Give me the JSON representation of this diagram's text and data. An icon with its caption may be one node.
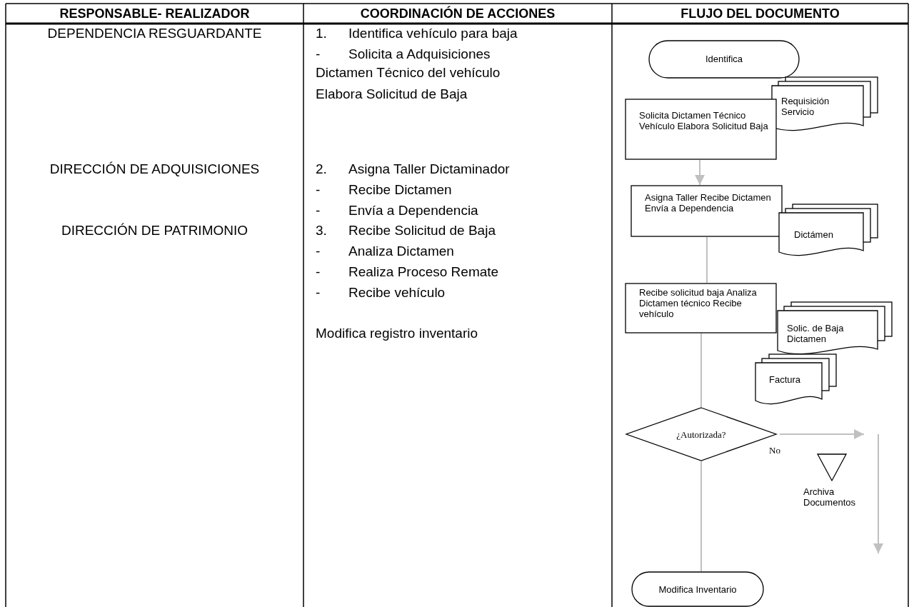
{
  "diagram": {
    "nodes": [
      {
        "text": [
          "Identifica"
        ]
      },
      {
        "text": [
          "Requisición Servicio"
        ]
      },
      {
        "text": [
          "Solicita Dictamen Técnico Vehículo Elabora Solicitud Baja"
        ]
      },
      {
        "text": [
          "Asigna Taller Recibe  Dictamen Envía a Dependencia"
        ]
      },
      {
        "text": [
          "Dictámen"
        ]
      },
      {
        "text": [
          "Recibe solicitud baja Analiza Dictamen técnico Recibe vehículo"
        ]
      },
      {
        "text": [
          "Solic. de Baja Dictamen"
        ]
      },
      {
        "text": [
          "Factura"
        ]
      },
      {
        "text": [
          "¿Autorizada?"
        ]
      },
      {
        "text": [
          "Archiva Documentos"
        ]
      },
      {
        "text": [
          "Modifica Inventario"
        ]
      }
    ],
    "edges": [
      {
        "from": 2,
        "to": 3,
        "arrow": "to"
      },
      {
        "from": 3,
        "to": 5,
        "arrow": "none"
      },
      {
        "from": 5,
        "to": 8,
        "arrow": "none"
      },
      {
        "from": 8,
        "to": null,
        "arrow": "to",
        "label": "No"
      },
      {
        "from": 8,
        "to": 10,
        "arrow": "none"
      }
    ],
    "labels": [
      "RESPONSABLE- REALIZADOR",
      "COORDINACIÓN DE ACCIONES",
      "FLUJO DEL DOCUMENTO",
      "DEPENDENCIA RESGUARDANTE",
      "1.",
      "Identifica vehículo para baja",
      "-",
      "Solicita a Adquisiciones Dictamen Técnico del vehículo",
      "Elabora Solicitud de Baja",
      "DIRECCIÓN DE ADQUISICIONES",
      "2.",
      "Asigna Taller Dictaminador",
      "-",
      "Recibe Dictamen",
      "-",
      "Envía a Dependencia",
      "DIRECCIÓN DE PATRIMONIO",
      "3.",
      "Recibe Solicitud de Baja",
      "-",
      "Analiza Dictamen",
      "-",
      "Realiza Proceso Remate",
      "-",
      "Recibe vehículo",
      "Modifica registro inventario"
    ]
  }
}
